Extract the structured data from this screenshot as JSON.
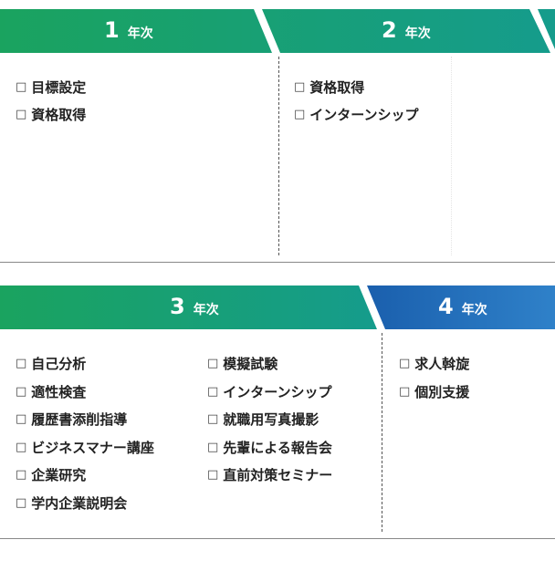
{
  "box_glyph": "□",
  "year_suffix": "年次",
  "colors": {
    "green": "#1aa35f",
    "teal": "#159c8c",
    "blue_dark": "#1a5fad",
    "blue_light": "#2f81c9"
  },
  "top_section": {
    "year1": {
      "number": "1",
      "items": [
        "目標設定",
        "資格取得"
      ]
    },
    "year2": {
      "number": "2",
      "items": [
        "資格取得",
        "インターンシップ"
      ]
    }
  },
  "bottom_section": {
    "year3": {
      "number": "3",
      "items_left": [
        "自己分析",
        "適性検査",
        "履歴書添削指導",
        "ビジネスマナー講座",
        "企業研究",
        "学内企業説明会"
      ],
      "items_right": [
        "模擬試験",
        "インターンシップ",
        "就職用写真撮影",
        "先輩による報告会",
        "直前対策セミナー"
      ]
    },
    "year4": {
      "number": "4",
      "items": [
        "求人斡旋",
        "個別支援"
      ]
    }
  }
}
